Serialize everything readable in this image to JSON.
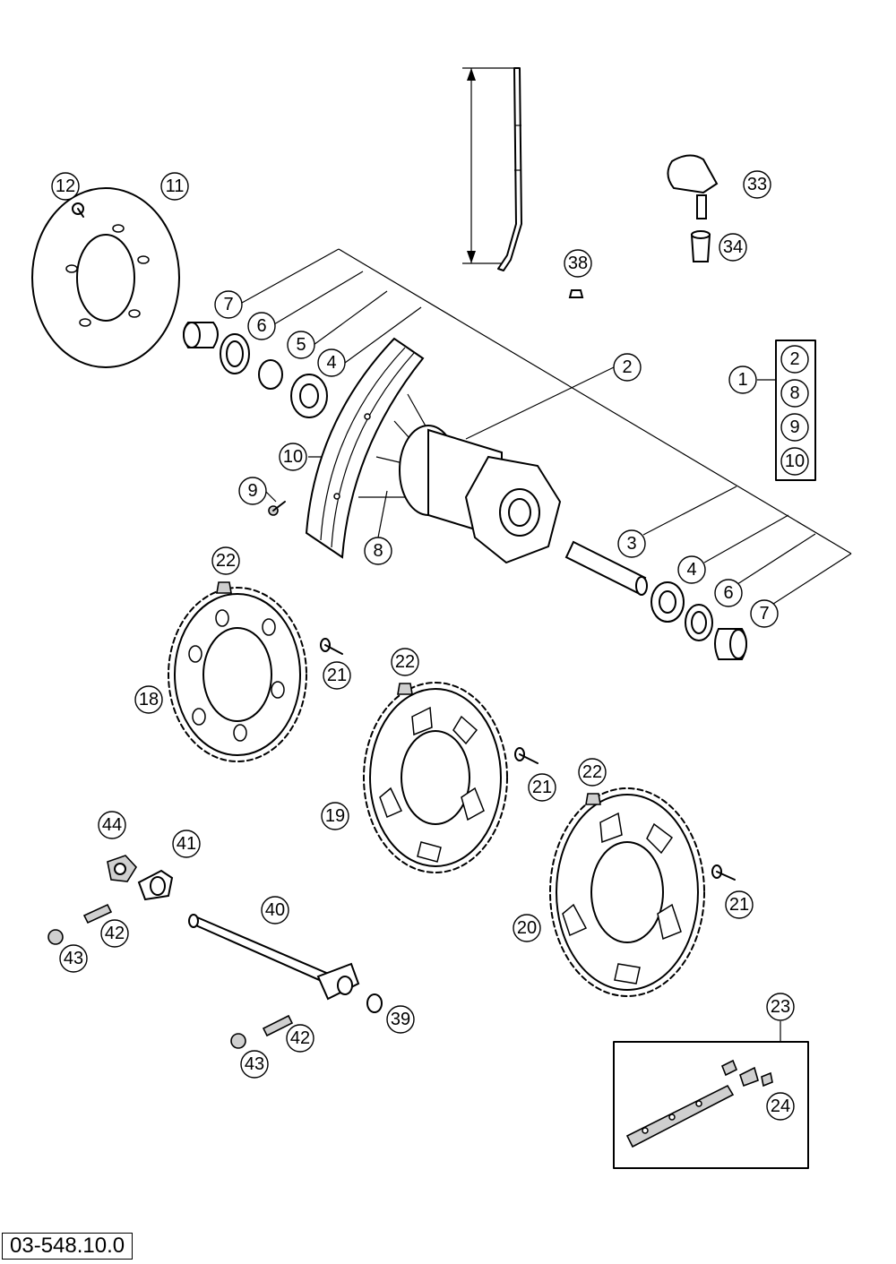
{
  "drawing_number": "03-548.10.0",
  "callouts": [
    {
      "id": "c12",
      "label": "12"
    },
    {
      "id": "c11",
      "label": "11"
    },
    {
      "id": "c7a",
      "label": "7"
    },
    {
      "id": "c6a",
      "label": "6"
    },
    {
      "id": "c5",
      "label": "5"
    },
    {
      "id": "c4a",
      "label": "4"
    },
    {
      "id": "c2",
      "label": "2"
    },
    {
      "id": "c10",
      "label": "10"
    },
    {
      "id": "c9",
      "label": "9"
    },
    {
      "id": "c8",
      "label": "8"
    },
    {
      "id": "c38",
      "label": "38"
    },
    {
      "id": "c33",
      "label": "33"
    },
    {
      "id": "c34",
      "label": "34"
    },
    {
      "id": "c1",
      "label": "1"
    },
    {
      "id": "k2",
      "label": "2"
    },
    {
      "id": "k8",
      "label": "8"
    },
    {
      "id": "k9",
      "label": "9"
    },
    {
      "id": "k10",
      "label": "10"
    },
    {
      "id": "c3",
      "label": "3"
    },
    {
      "id": "c4b",
      "label": "4"
    },
    {
      "id": "c6b",
      "label": "6"
    },
    {
      "id": "c7b",
      "label": "7"
    },
    {
      "id": "c22a",
      "label": "22"
    },
    {
      "id": "c21a",
      "label": "21"
    },
    {
      "id": "c18",
      "label": "18"
    },
    {
      "id": "c22b",
      "label": "22"
    },
    {
      "id": "c21b",
      "label": "21"
    },
    {
      "id": "c19",
      "label": "19"
    },
    {
      "id": "c22c",
      "label": "22"
    },
    {
      "id": "c21c",
      "label": "21"
    },
    {
      "id": "c20",
      "label": "20"
    },
    {
      "id": "c44",
      "label": "44"
    },
    {
      "id": "c41",
      "label": "41"
    },
    {
      "id": "c40",
      "label": "40"
    },
    {
      "id": "c42a",
      "label": "42"
    },
    {
      "id": "c43a",
      "label": "43"
    },
    {
      "id": "c39",
      "label": "39"
    },
    {
      "id": "c42b",
      "label": "42"
    },
    {
      "id": "c43b",
      "label": "43"
    },
    {
      "id": "c23",
      "label": "23"
    },
    {
      "id": "c24",
      "label": "24"
    }
  ]
}
